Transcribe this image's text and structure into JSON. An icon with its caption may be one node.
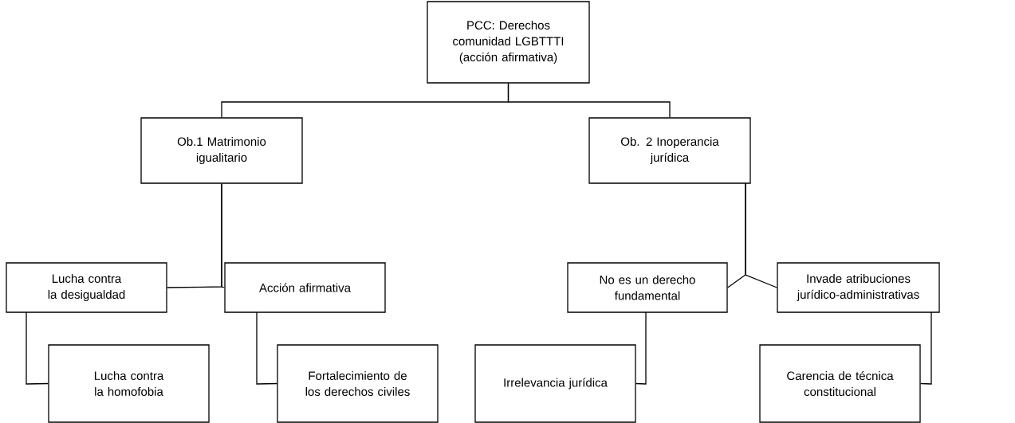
{
  "diagram": {
    "nodes": [
      {
        "text": [
          "PCC: Derechos comunidad LGBTTTI (acción afirmativa)"
        ]
      },
      {
        "text": [
          "Ob.1 Matrimonio igualitario"
        ]
      },
      {
        "text": [
          "Ob. 2 Inoperancia jurídica"
        ]
      },
      {
        "text": [
          "Lucha contra la desigualdad"
        ]
      },
      {
        "text": [
          "Acción afirmativa"
        ]
      },
      {
        "text": [
          "No es un derecho fundamental"
        ]
      },
      {
        "text": [
          "Invade atribuciones jurídico-administrativas"
        ]
      },
      {
        "text": [
          "Lucha contra la homofobia"
        ]
      },
      {
        "text": [
          "Fortalecimiento de los derechos civiles"
        ]
      },
      {
        "text": [
          "Irrelevancia jurídica"
        ]
      },
      {
        "text": [
          "Carencia de técnica constitucional"
        ]
      }
    ],
    "edges": [
      {
        "from": 0,
        "to": 1,
        "arrow": "none"
      },
      {
        "from": 0,
        "to": 2,
        "arrow": "none"
      },
      {
        "from": 1,
        "to": 3,
        "arrow": "none"
      },
      {
        "from": 1,
        "to": 4,
        "arrow": "none"
      },
      {
        "from": 2,
        "to": 5,
        "arrow": "none"
      },
      {
        "from": 2,
        "to": 6,
        "arrow": "none"
      },
      {
        "from": 3,
        "to": 7,
        "arrow": "none"
      },
      {
        "from": 4,
        "to": 8,
        "arrow": "none"
      },
      {
        "from": 5,
        "to": 9,
        "arrow": "none"
      },
      {
        "from": 6,
        "to": 10,
        "arrow": "none"
      }
    ]
  }
}
